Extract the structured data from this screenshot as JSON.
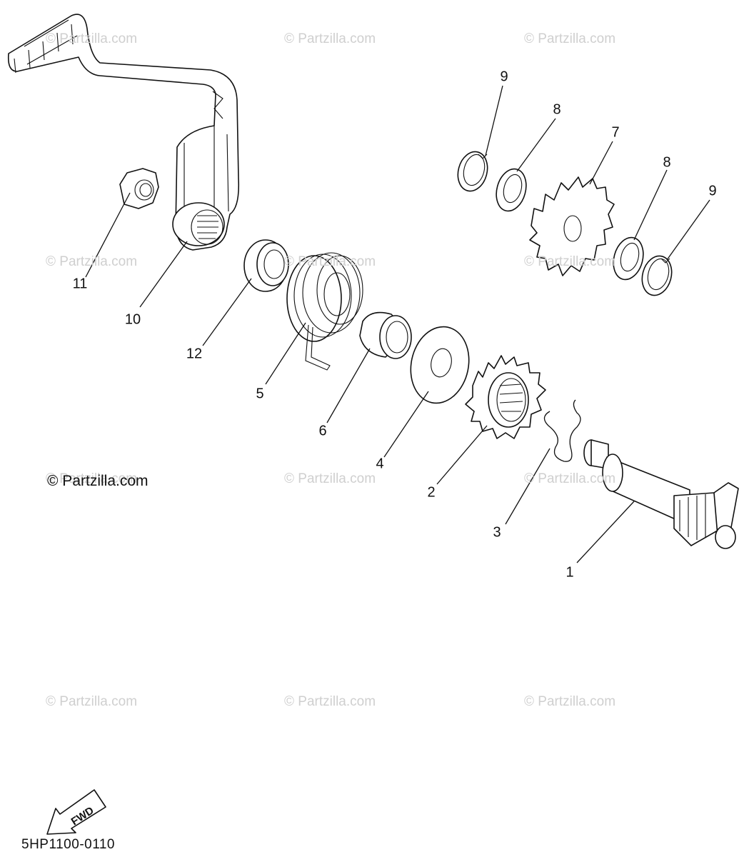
{
  "watermark_text": "© Partzilla.com",
  "copyright_text": "© Partzilla.com",
  "diagram_code": "5HP1100-0110",
  "fwd_label": "FWD",
  "callouts": {
    "p1": "1",
    "p2": "2",
    "p3": "3",
    "p4": "4",
    "p5": "5",
    "p6": "6",
    "p7": "7",
    "p8a": "8",
    "p8b": "8",
    "p9a": "9",
    "p9b": "9",
    "p10": "10",
    "p11": "11",
    "p12": "12"
  },
  "parts": [
    {
      "ref": "1",
      "name": "kick-axle"
    },
    {
      "ref": "2",
      "name": "kick-gear"
    },
    {
      "ref": "3",
      "name": "clip"
    },
    {
      "ref": "4",
      "name": "washer"
    },
    {
      "ref": "5",
      "name": "torsion-spring"
    },
    {
      "ref": "6",
      "name": "spring-guide"
    },
    {
      "ref": "7",
      "name": "idler-gear"
    },
    {
      "ref": "8",
      "name": "washer"
    },
    {
      "ref": "9",
      "name": "circlip"
    },
    {
      "ref": "10",
      "name": "kick-crank"
    },
    {
      "ref": "11",
      "name": "nut"
    },
    {
      "ref": "12",
      "name": "oil-seal"
    }
  ]
}
